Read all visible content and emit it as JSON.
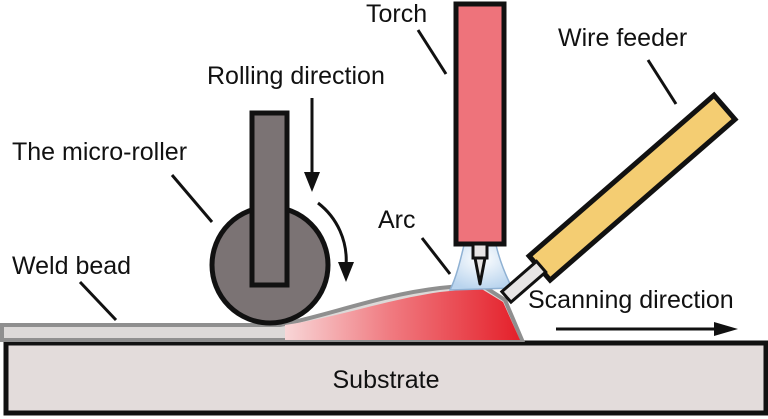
{
  "labels": {
    "torch": "Torch",
    "wire_feeder": "Wire feeder",
    "rolling_direction": "Rolling direction",
    "micro_roller": "The micro-roller",
    "arc": "Arc",
    "weld_bead": "Weld bead",
    "scanning_direction": "Scanning direction",
    "substrate": "Substrate"
  },
  "colors": {
    "torch": "#ee737b",
    "wire_feeder": "#f4cd72",
    "roller": "#7b7374",
    "substrate": "#e3dcdb",
    "bead_gray": "#9c9c9c",
    "melt_pool": "#e4202a",
    "arc": "#c9dff3"
  }
}
